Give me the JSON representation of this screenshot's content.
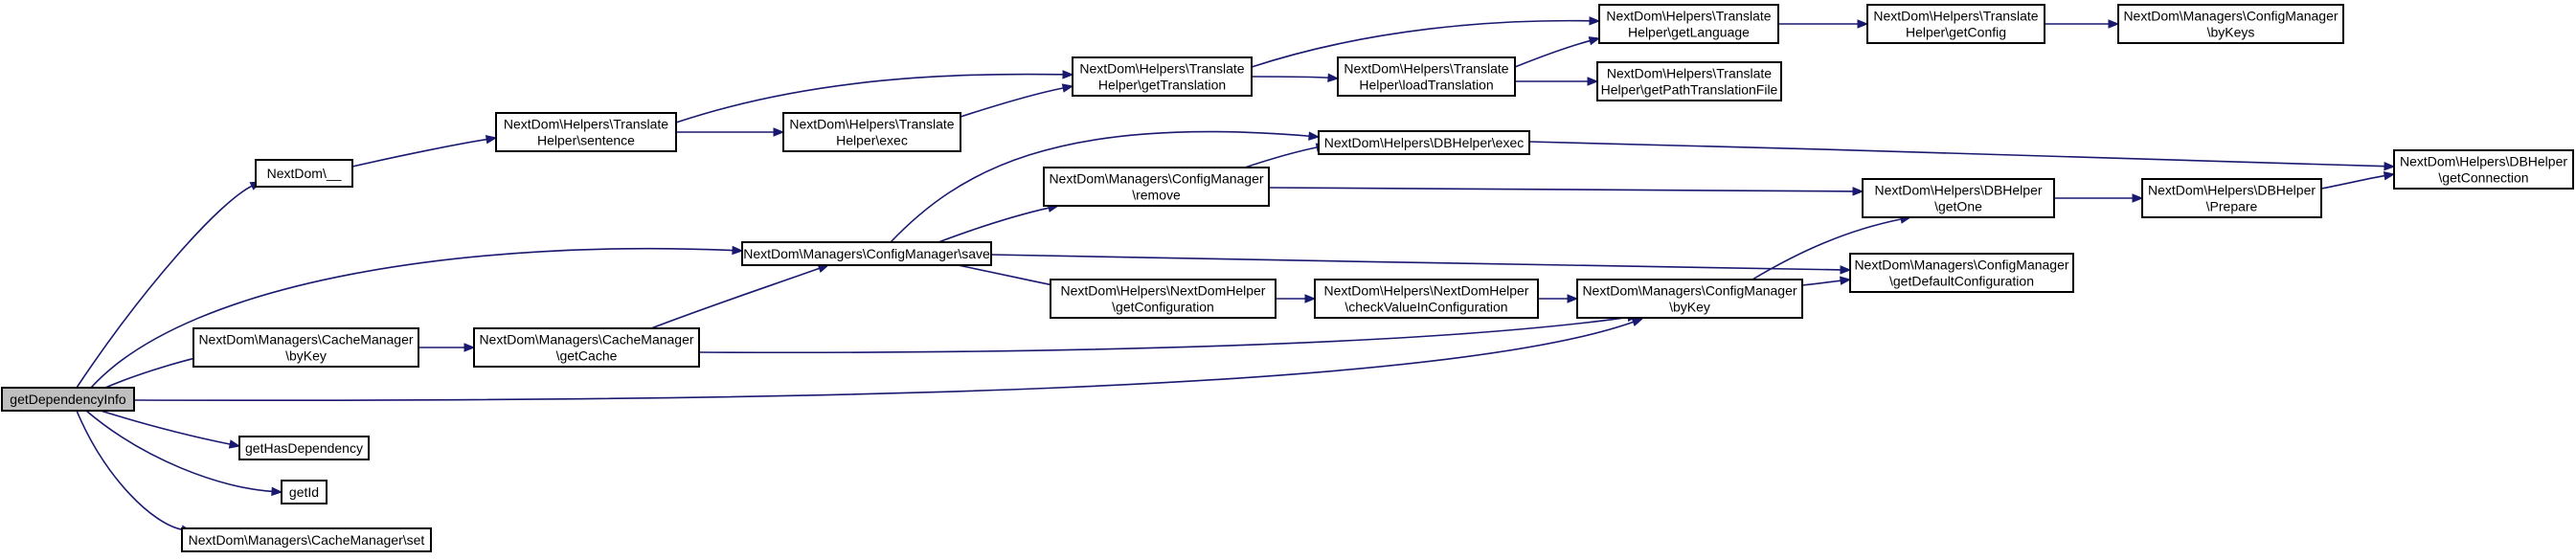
{
  "diagram": {
    "colors": {
      "edge": "#191970",
      "node_border": "#000000",
      "root_fill": "#bfbfbf",
      "node_fill": "#ffffff"
    },
    "nodes": [
      {
        "id": "getDependencyInfo",
        "lines": [
          "getDependencyInfo"
        ],
        "root": true
      },
      {
        "id": "nd_underscore",
        "lines": [
          "NextDom\\__"
        ]
      },
      {
        "id": "cm_save",
        "lines": [
          "NextDom\\Managers\\ConfigManager\\save"
        ]
      },
      {
        "id": "cache_bykey",
        "lines": [
          "NextDom\\Managers\\CacheManager",
          "\\byKey"
        ]
      },
      {
        "id": "getHasDependency",
        "lines": [
          "getHasDependency"
        ]
      },
      {
        "id": "getId",
        "lines": [
          "getId"
        ]
      },
      {
        "id": "cache_set",
        "lines": [
          "NextDom\\Managers\\CacheManager\\set"
        ]
      },
      {
        "id": "tr_sentence",
        "lines": [
          "NextDom\\Helpers\\Translate",
          "Helper\\sentence"
        ]
      },
      {
        "id": "tr_exec",
        "lines": [
          "NextDom\\Helpers\\Translate",
          "Helper\\exec"
        ]
      },
      {
        "id": "cache_getcache",
        "lines": [
          "NextDom\\Managers\\CacheManager",
          "\\getCache"
        ]
      },
      {
        "id": "tr_gettranslation",
        "lines": [
          "NextDom\\Helpers\\Translate",
          "Helper\\getTranslation"
        ]
      },
      {
        "id": "cm_remove",
        "lines": [
          "NextDom\\Managers\\ConfigManager",
          "\\remove"
        ]
      },
      {
        "id": "ndh_getconfiguration",
        "lines": [
          "NextDom\\Helpers\\NextDomHelper",
          "\\getConfiguration"
        ]
      },
      {
        "id": "tr_loadtranslation",
        "lines": [
          "NextDom\\Helpers\\Translate",
          "Helper\\loadTranslation"
        ]
      },
      {
        "id": "db_exec",
        "lines": [
          "NextDom\\Helpers\\DBHelper\\exec"
        ]
      },
      {
        "id": "ndh_checkvalue",
        "lines": [
          "NextDom\\Helpers\\NextDomHelper",
          "\\checkValueInConfiguration"
        ]
      },
      {
        "id": "tr_getlanguage",
        "lines": [
          "NextDom\\Helpers\\Translate",
          "Helper\\getLanguage"
        ]
      },
      {
        "id": "tr_getpathtranslation",
        "lines": [
          "NextDom\\Helpers\\Translate",
          "Helper\\getPathTranslationFile"
        ]
      },
      {
        "id": "cm_bykey",
        "lines": [
          "NextDom\\Managers\\ConfigManager",
          "\\byKey"
        ]
      },
      {
        "id": "tr_getconfig",
        "lines": [
          "NextDom\\Helpers\\Translate",
          "Helper\\getConfig"
        ]
      },
      {
        "id": "db_getone",
        "lines": [
          "NextDom\\Helpers\\DBHelper",
          "\\getOne"
        ]
      },
      {
        "id": "cm_getdefaultconfiguration",
        "lines": [
          "NextDom\\Managers\\ConfigManager",
          "\\getDefaultConfiguration"
        ]
      },
      {
        "id": "cm_bykeys",
        "lines": [
          "NextDom\\Managers\\ConfigManager",
          "\\byKeys"
        ]
      },
      {
        "id": "db_prepare",
        "lines": [
          "NextDom\\Helpers\\DBHelper",
          "\\Prepare"
        ]
      },
      {
        "id": "db_getconnection",
        "lines": [
          "NextDom\\Helpers\\DBHelper",
          "\\getConnection"
        ]
      }
    ],
    "edges": [
      {
        "from": "getDependencyInfo",
        "to": "nd_underscore"
      },
      {
        "from": "getDependencyInfo",
        "to": "cm_save"
      },
      {
        "from": "getDependencyInfo",
        "to": "cache_bykey"
      },
      {
        "from": "getDependencyInfo",
        "to": "cm_bykey"
      },
      {
        "from": "getDependencyInfo",
        "to": "getHasDependency"
      },
      {
        "from": "getDependencyInfo",
        "to": "getId"
      },
      {
        "from": "getDependencyInfo",
        "to": "cache_set"
      },
      {
        "from": "nd_underscore",
        "to": "tr_sentence"
      },
      {
        "from": "tr_sentence",
        "to": "tr_gettranslation"
      },
      {
        "from": "tr_sentence",
        "to": "tr_exec"
      },
      {
        "from": "tr_exec",
        "to": "tr_gettranslation"
      },
      {
        "from": "tr_gettranslation",
        "to": "tr_getlanguage"
      },
      {
        "from": "tr_gettranslation",
        "to": "tr_loadtranslation"
      },
      {
        "from": "tr_loadtranslation",
        "to": "tr_getlanguage"
      },
      {
        "from": "tr_loadtranslation",
        "to": "tr_getpathtranslation"
      },
      {
        "from": "tr_getlanguage",
        "to": "tr_getconfig"
      },
      {
        "from": "tr_getconfig",
        "to": "cm_bykeys"
      },
      {
        "from": "cm_save",
        "to": "db_exec"
      },
      {
        "from": "cm_save",
        "to": "cm_remove"
      },
      {
        "from": "cm_save",
        "to": "ndh_getconfiguration"
      },
      {
        "from": "cm_save",
        "to": "cm_getdefaultconfiguration"
      },
      {
        "from": "cm_remove",
        "to": "db_exec"
      },
      {
        "from": "cm_remove",
        "to": "db_getone"
      },
      {
        "from": "db_exec",
        "to": "db_getconnection"
      },
      {
        "from": "ndh_getconfiguration",
        "to": "ndh_checkvalue"
      },
      {
        "from": "ndh_checkvalue",
        "to": "cm_bykey"
      },
      {
        "from": "cm_bykey",
        "to": "db_getone"
      },
      {
        "from": "cm_bykey",
        "to": "cm_getdefaultconfiguration"
      },
      {
        "from": "db_getone",
        "to": "db_prepare"
      },
      {
        "from": "db_prepare",
        "to": "db_getconnection"
      },
      {
        "from": "cache_bykey",
        "to": "cache_getcache"
      },
      {
        "from": "cache_getcache",
        "to": "cm_save"
      },
      {
        "from": "cache_getcache",
        "to": "cm_bykey"
      }
    ]
  }
}
